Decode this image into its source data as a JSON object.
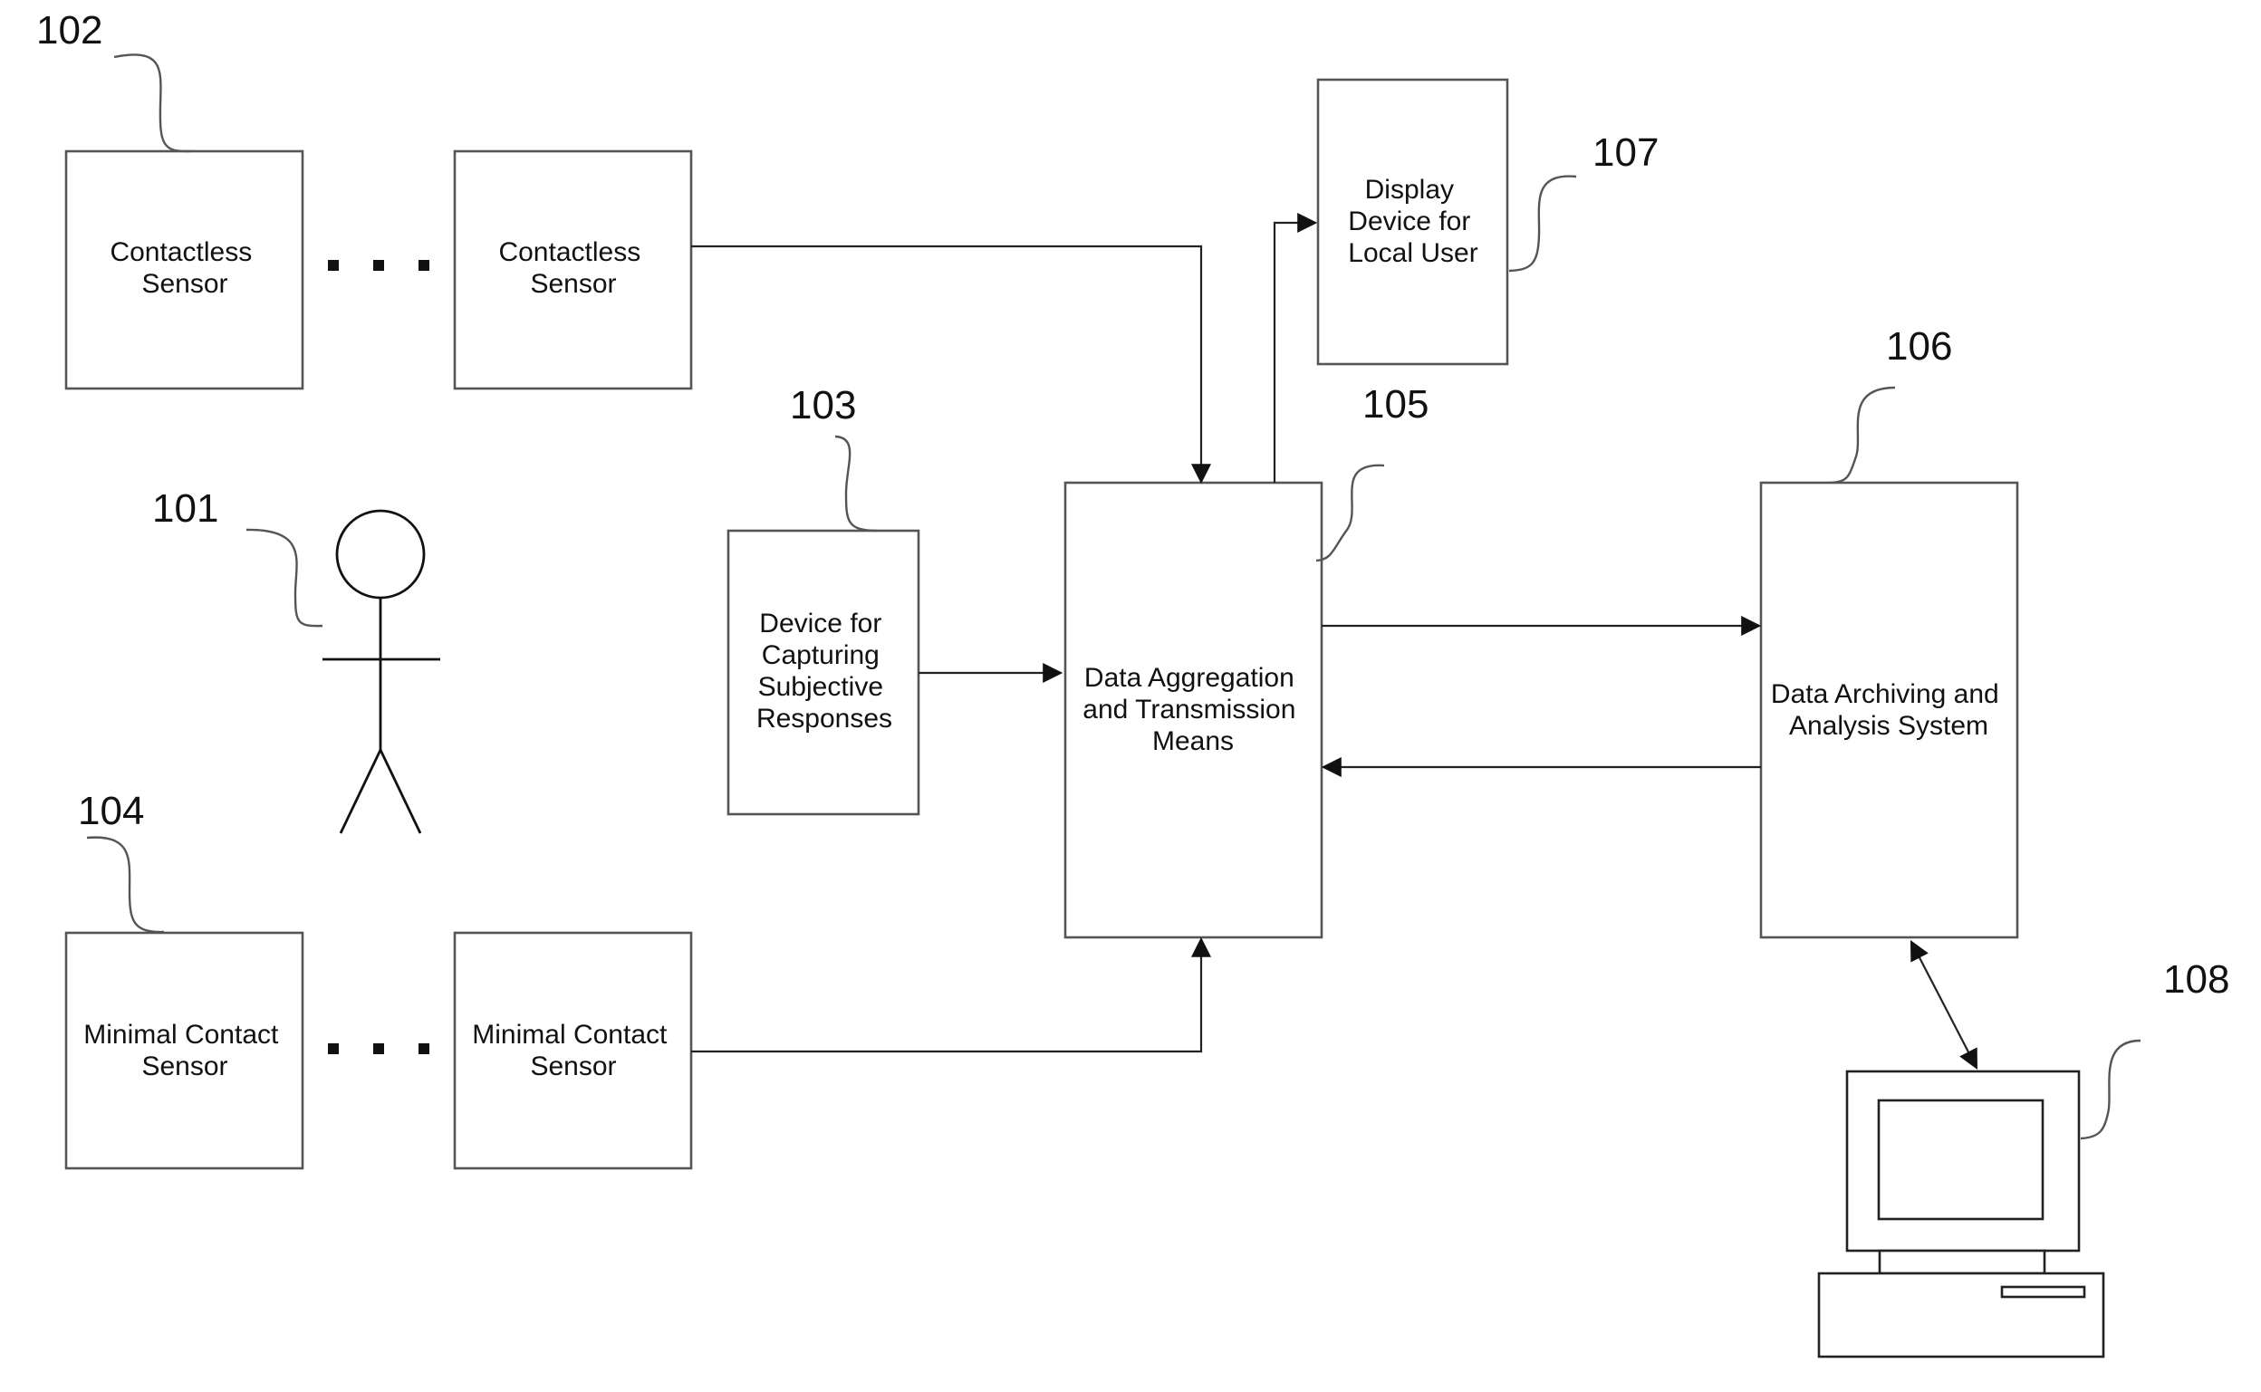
{
  "diagram": {
    "boxes": {
      "contactless_1": {
        "lines": [
          "Contactless",
          "Sensor"
        ]
      },
      "contactless_2": {
        "lines": [
          "Contactless",
          "Sensor"
        ]
      },
      "display_device": {
        "lines": [
          "Display",
          "Device for",
          "Local User"
        ]
      },
      "capture_device": {
        "lines": [
          "Device for",
          "Capturing",
          "Subjective",
          "Responses"
        ]
      },
      "aggregation": {
        "lines": [
          "Data Aggregation",
          "and Transmission",
          "Means"
        ]
      },
      "archiving": {
        "lines": [
          "Data Archiving and",
          "Analysis System"
        ]
      },
      "minimal_1": {
        "lines": [
          "Minimal Contact",
          "Sensor"
        ]
      },
      "minimal_2": {
        "lines": [
          "Minimal Contact",
          "Sensor"
        ]
      }
    },
    "refs": {
      "r101": "101",
      "r102": "102",
      "r103": "103",
      "r104": "104",
      "r105": "105",
      "r106": "106",
      "r107": "107",
      "r108": "108"
    }
  }
}
